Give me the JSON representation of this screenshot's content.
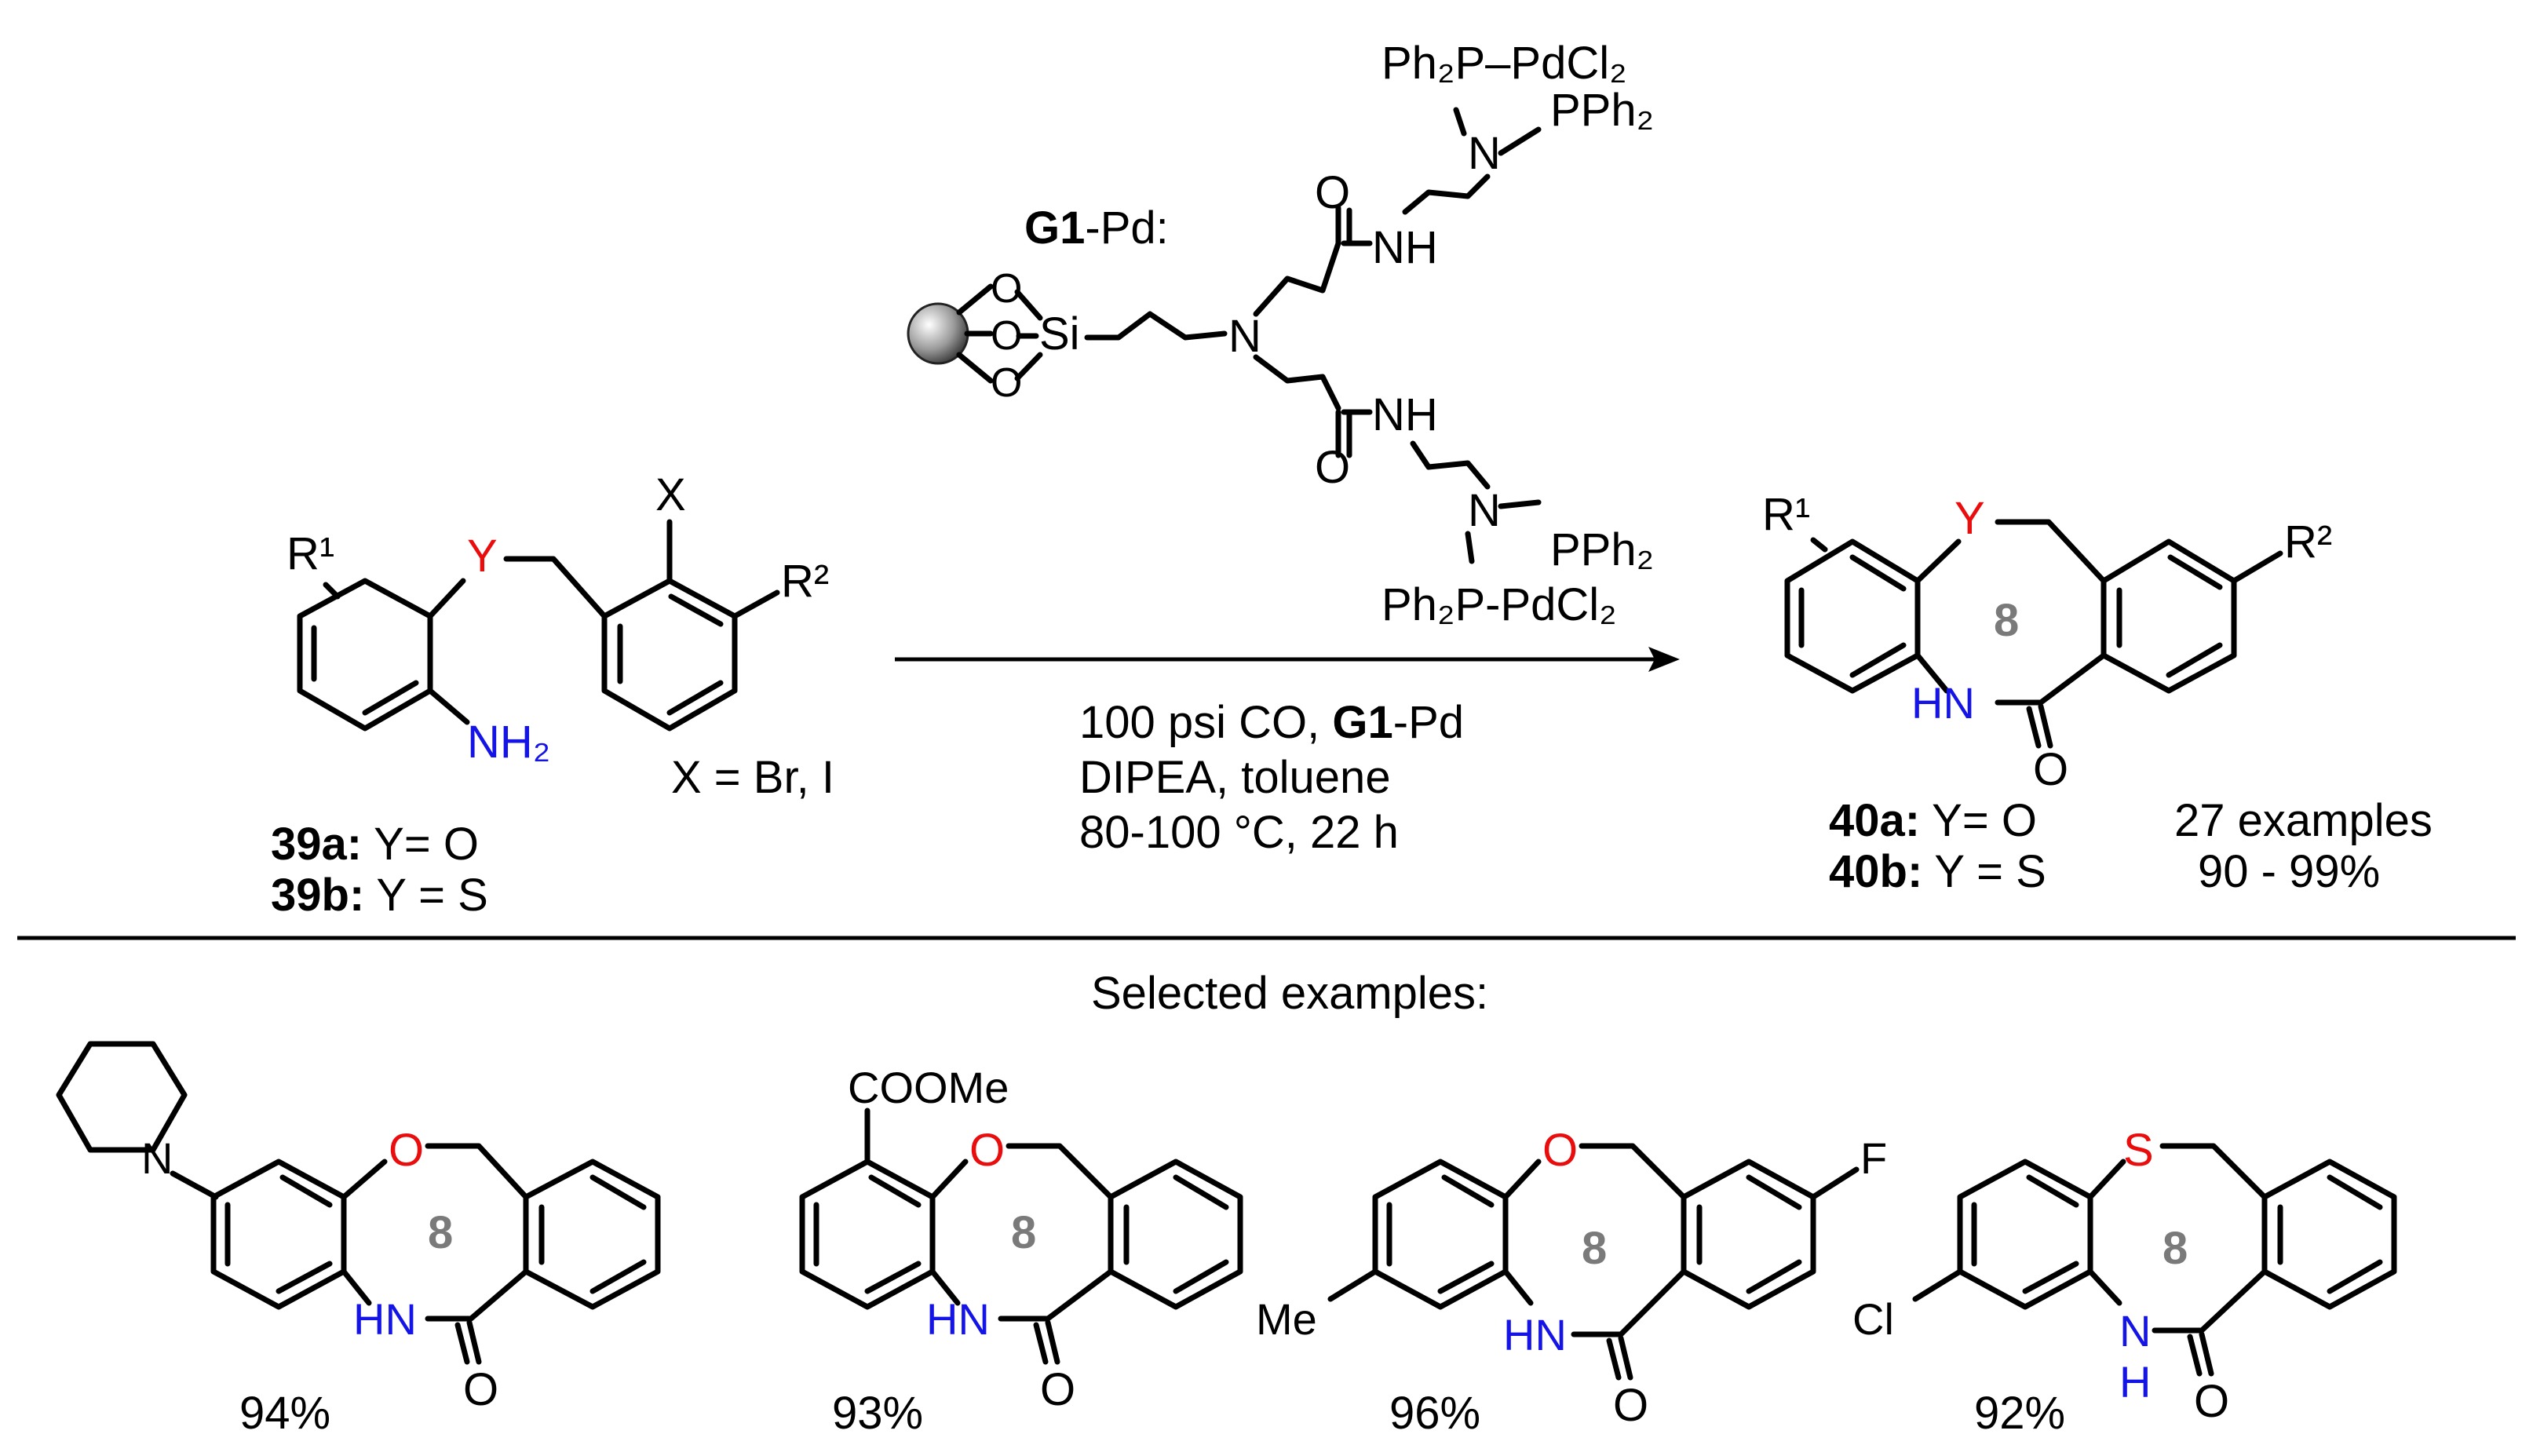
{
  "catalyst": {
    "label_bold": "G1",
    "label_rest": "-Pd:",
    "pd_top": "Ph₂P–PdCl₂",
    "pph2_top": "PPh₂",
    "n_top": "N",
    "o_top": "O",
    "nh_top": "NH",
    "o1": "O",
    "o2": "O",
    "o3": "O",
    "si": "Si",
    "n_center": "N",
    "nh_bottom": "NH",
    "o_bottom": "O",
    "n_bottom": "N",
    "pph2_bottom": "PPh₂",
    "pd_bottom": "Ph₂P-PdCl₂"
  },
  "reactant": {
    "r1": "R¹",
    "y": "Y",
    "x": "X",
    "r2": "R²",
    "nh2": "NH₂",
    "x_def": "X = Br, I",
    "label_a_bold": "39a:",
    "label_a_rest": " Y= O",
    "label_b_bold": "39b:",
    "label_b_rest": " Y = S"
  },
  "conditions": {
    "line1_pre": "100 psi CO, ",
    "line1_bold": "G1",
    "line1_post": "-Pd",
    "line2": "DIPEA, toluene",
    "line3": "80-100 °C, 22 h"
  },
  "product": {
    "r1": "R¹",
    "y": "Y",
    "r2": "R²",
    "ring": "8",
    "hn": "HN",
    "o": "O",
    "label_a_bold": "40a:",
    "label_a_rest": " Y= O",
    "label_b_bold": "40b:",
    "label_b_rest": " Y = S",
    "examples_count": "27 examples",
    "examples_range": "90 - 99%"
  },
  "examples_heading": "Selected examples:",
  "examples": [
    {
      "hetero": "O",
      "ring": "8",
      "hn": "HN",
      "carbonyl": "O",
      "substituent": "N",
      "yield": "94%"
    },
    {
      "hetero": "O",
      "ring": "8",
      "hn": "HN",
      "carbonyl": "O",
      "substituent": "COOMe",
      "yield": "93%"
    },
    {
      "hetero": "O",
      "ring": "8",
      "hn": "HN",
      "carbonyl": "O",
      "substituent": "Me",
      "substituent2": "F",
      "yield": "96%"
    },
    {
      "hetero": "S",
      "ring": "8",
      "hn_n": "N",
      "hn_h": "H",
      "carbonyl": "O",
      "substituent": "Cl",
      "yield": "92%"
    }
  ]
}
